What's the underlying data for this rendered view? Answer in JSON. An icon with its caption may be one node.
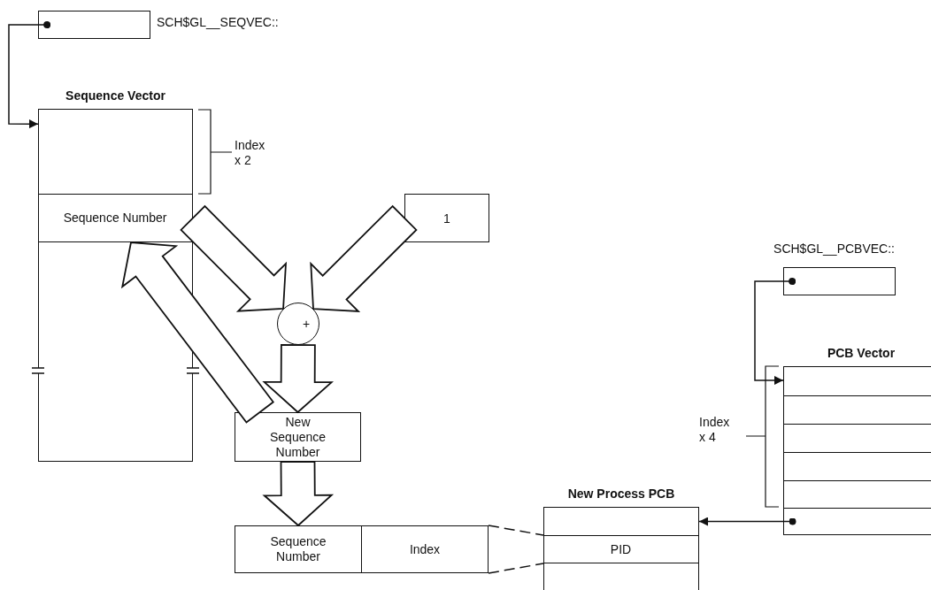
{
  "diagram": {
    "nodes": [
      {
        "text": [
          "SCH$GL__SEQVEC::"
        ]
      },
      {
        "text": [
          "Sequence Vector"
        ]
      },
      {
        "text": [
          "Sequence Number"
        ],
        "in": 1
      },
      {
        "text": [
          "1"
        ]
      },
      {
        "text": [
          "+"
        ]
      },
      {
        "text": [
          "New Sequence Number"
        ]
      },
      {
        "text": [
          "Sequence Number"
        ]
      },
      {
        "text": [
          "Index"
        ]
      },
      {
        "text": [
          "New Process PCB"
        ]
      },
      {
        "text": [
          "PID"
        ],
        "in": 8
      },
      {
        "text": [
          "SCH$GL__PCBVEC::"
        ]
      },
      {
        "text": [
          "PCB Vector"
        ]
      },
      {
        "text": [],
        "shape": "box",
        "in": 11
      }
    ],
    "edges": [
      {
        "from": 0,
        "to": 1,
        "arrow": "to"
      },
      {
        "from": 2,
        "to": 4,
        "arrow": "to",
        "style": "thick"
      },
      {
        "from": 3,
        "to": 4,
        "arrow": "to",
        "style": "thick"
      },
      {
        "from": 4,
        "to": 5,
        "arrow": "to",
        "style": "thick"
      },
      {
        "from": 5,
        "to": 2,
        "arrow": "to",
        "style": "thick"
      },
      {
        "from": 5,
        "to": 6,
        "arrow": "to",
        "style": "thick"
      },
      {
        "from": 10,
        "to": 11,
        "arrow": "to"
      },
      {
        "from": 12,
        "to": 8,
        "arrow": "to"
      },
      {
        "from": 7,
        "to": 9,
        "arrow": "none",
        "style": "dashed"
      },
      {
        "from": 7,
        "to": 9,
        "arrow": "none",
        "style": "dashed"
      }
    ],
    "labels": [
      "Index x 2",
      "Index x 4"
    ]
  }
}
